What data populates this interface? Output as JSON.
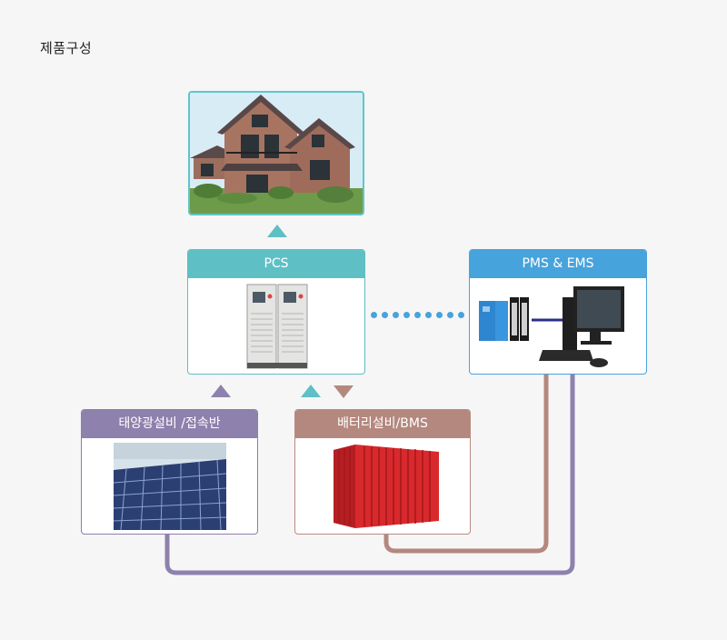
{
  "page": {
    "title": "제품구성"
  },
  "diagram": {
    "nodes": [
      {
        "id": "house",
        "label": ""
      },
      {
        "id": "pcs",
        "label": "PCS"
      },
      {
        "id": "pms",
        "label": "PMS & EMS"
      },
      {
        "id": "solar",
        "label": "태양광설비 /접속반"
      },
      {
        "id": "battery",
        "label": "배터리설비/BMS"
      }
    ],
    "colors": {
      "pcs": "#5ec0c5",
      "pms": "#47a3db",
      "solar": "#8e81ad",
      "battery": "#b4887e",
      "house_border": "#5ec6c8"
    },
    "edges": [
      {
        "from": "pcs",
        "to": "house",
        "style": "arrow"
      },
      {
        "from": "solar",
        "to": "pcs",
        "style": "arrow"
      },
      {
        "from": "battery",
        "to": "pcs",
        "style": "bidirectional-arrow"
      },
      {
        "from": "pcs",
        "to": "pms",
        "style": "dotted"
      },
      {
        "from": "pms",
        "to": "battery",
        "style": "line"
      },
      {
        "from": "pms",
        "to": "solar",
        "style": "line"
      }
    ]
  }
}
